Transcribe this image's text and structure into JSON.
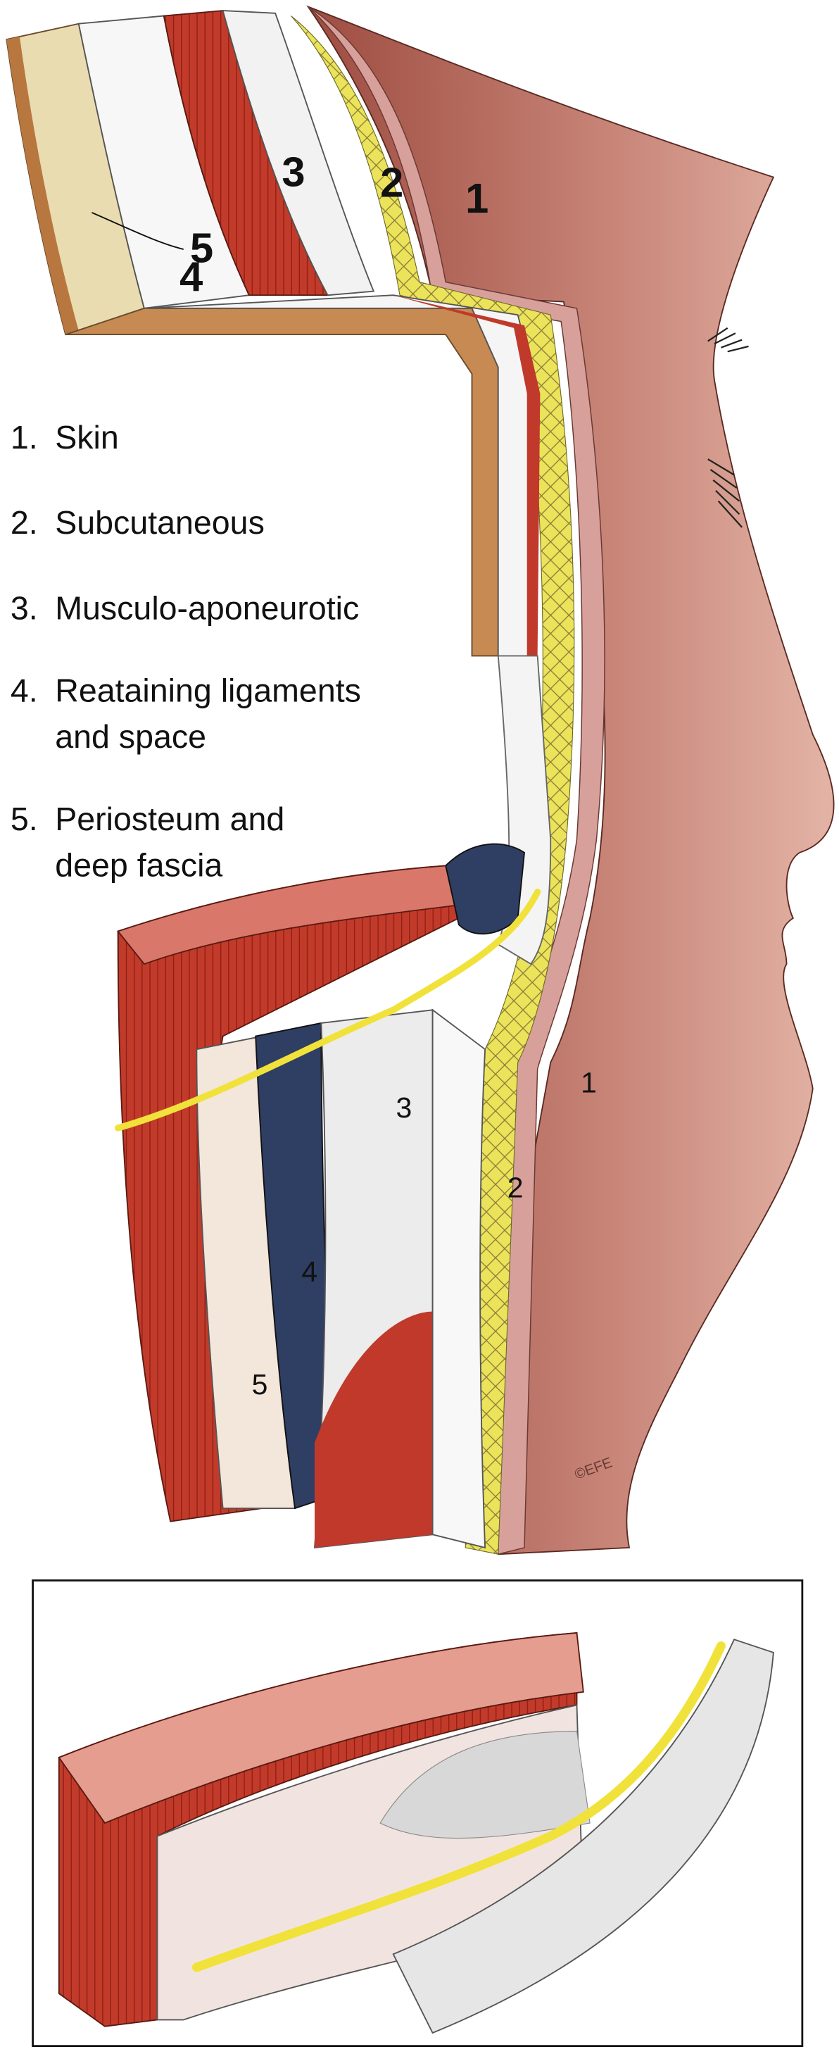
{
  "legend": {
    "items": [
      {
        "number": "1.",
        "lines": [
          "Skin"
        ]
      },
      {
        "number": "2.",
        "lines": [
          "Subcutaneous"
        ]
      },
      {
        "number": "3.",
        "lines": [
          "Musculo-aponeurotic"
        ]
      },
      {
        "number": "4.",
        "lines": [
          "Reataining ligaments",
          "and space"
        ]
      },
      {
        "number": "5.",
        "lines": [
          "Periosteum and",
          "deep fascia"
        ]
      }
    ]
  },
  "upper_labels": {
    "l4": "4",
    "l3": "3",
    "l2": "2",
    "l1": "1",
    "l5": "5"
  },
  "lower_labels": {
    "l1": "1",
    "l3": "3",
    "l2": "2",
    "l4": "4",
    "l5": "5"
  },
  "copyright": "©EFE",
  "colors": {
    "skin": "#c47f6c",
    "skin_dark": "#9e4c40",
    "dermis": "#d9a0a0",
    "fat": "#e8e24a",
    "muscle": "#c0392b",
    "fascia": "#f2f2f2",
    "bone": "#e9dcb0",
    "ligament_space": "#2f3e63",
    "nerve": "#f0e23a"
  }
}
